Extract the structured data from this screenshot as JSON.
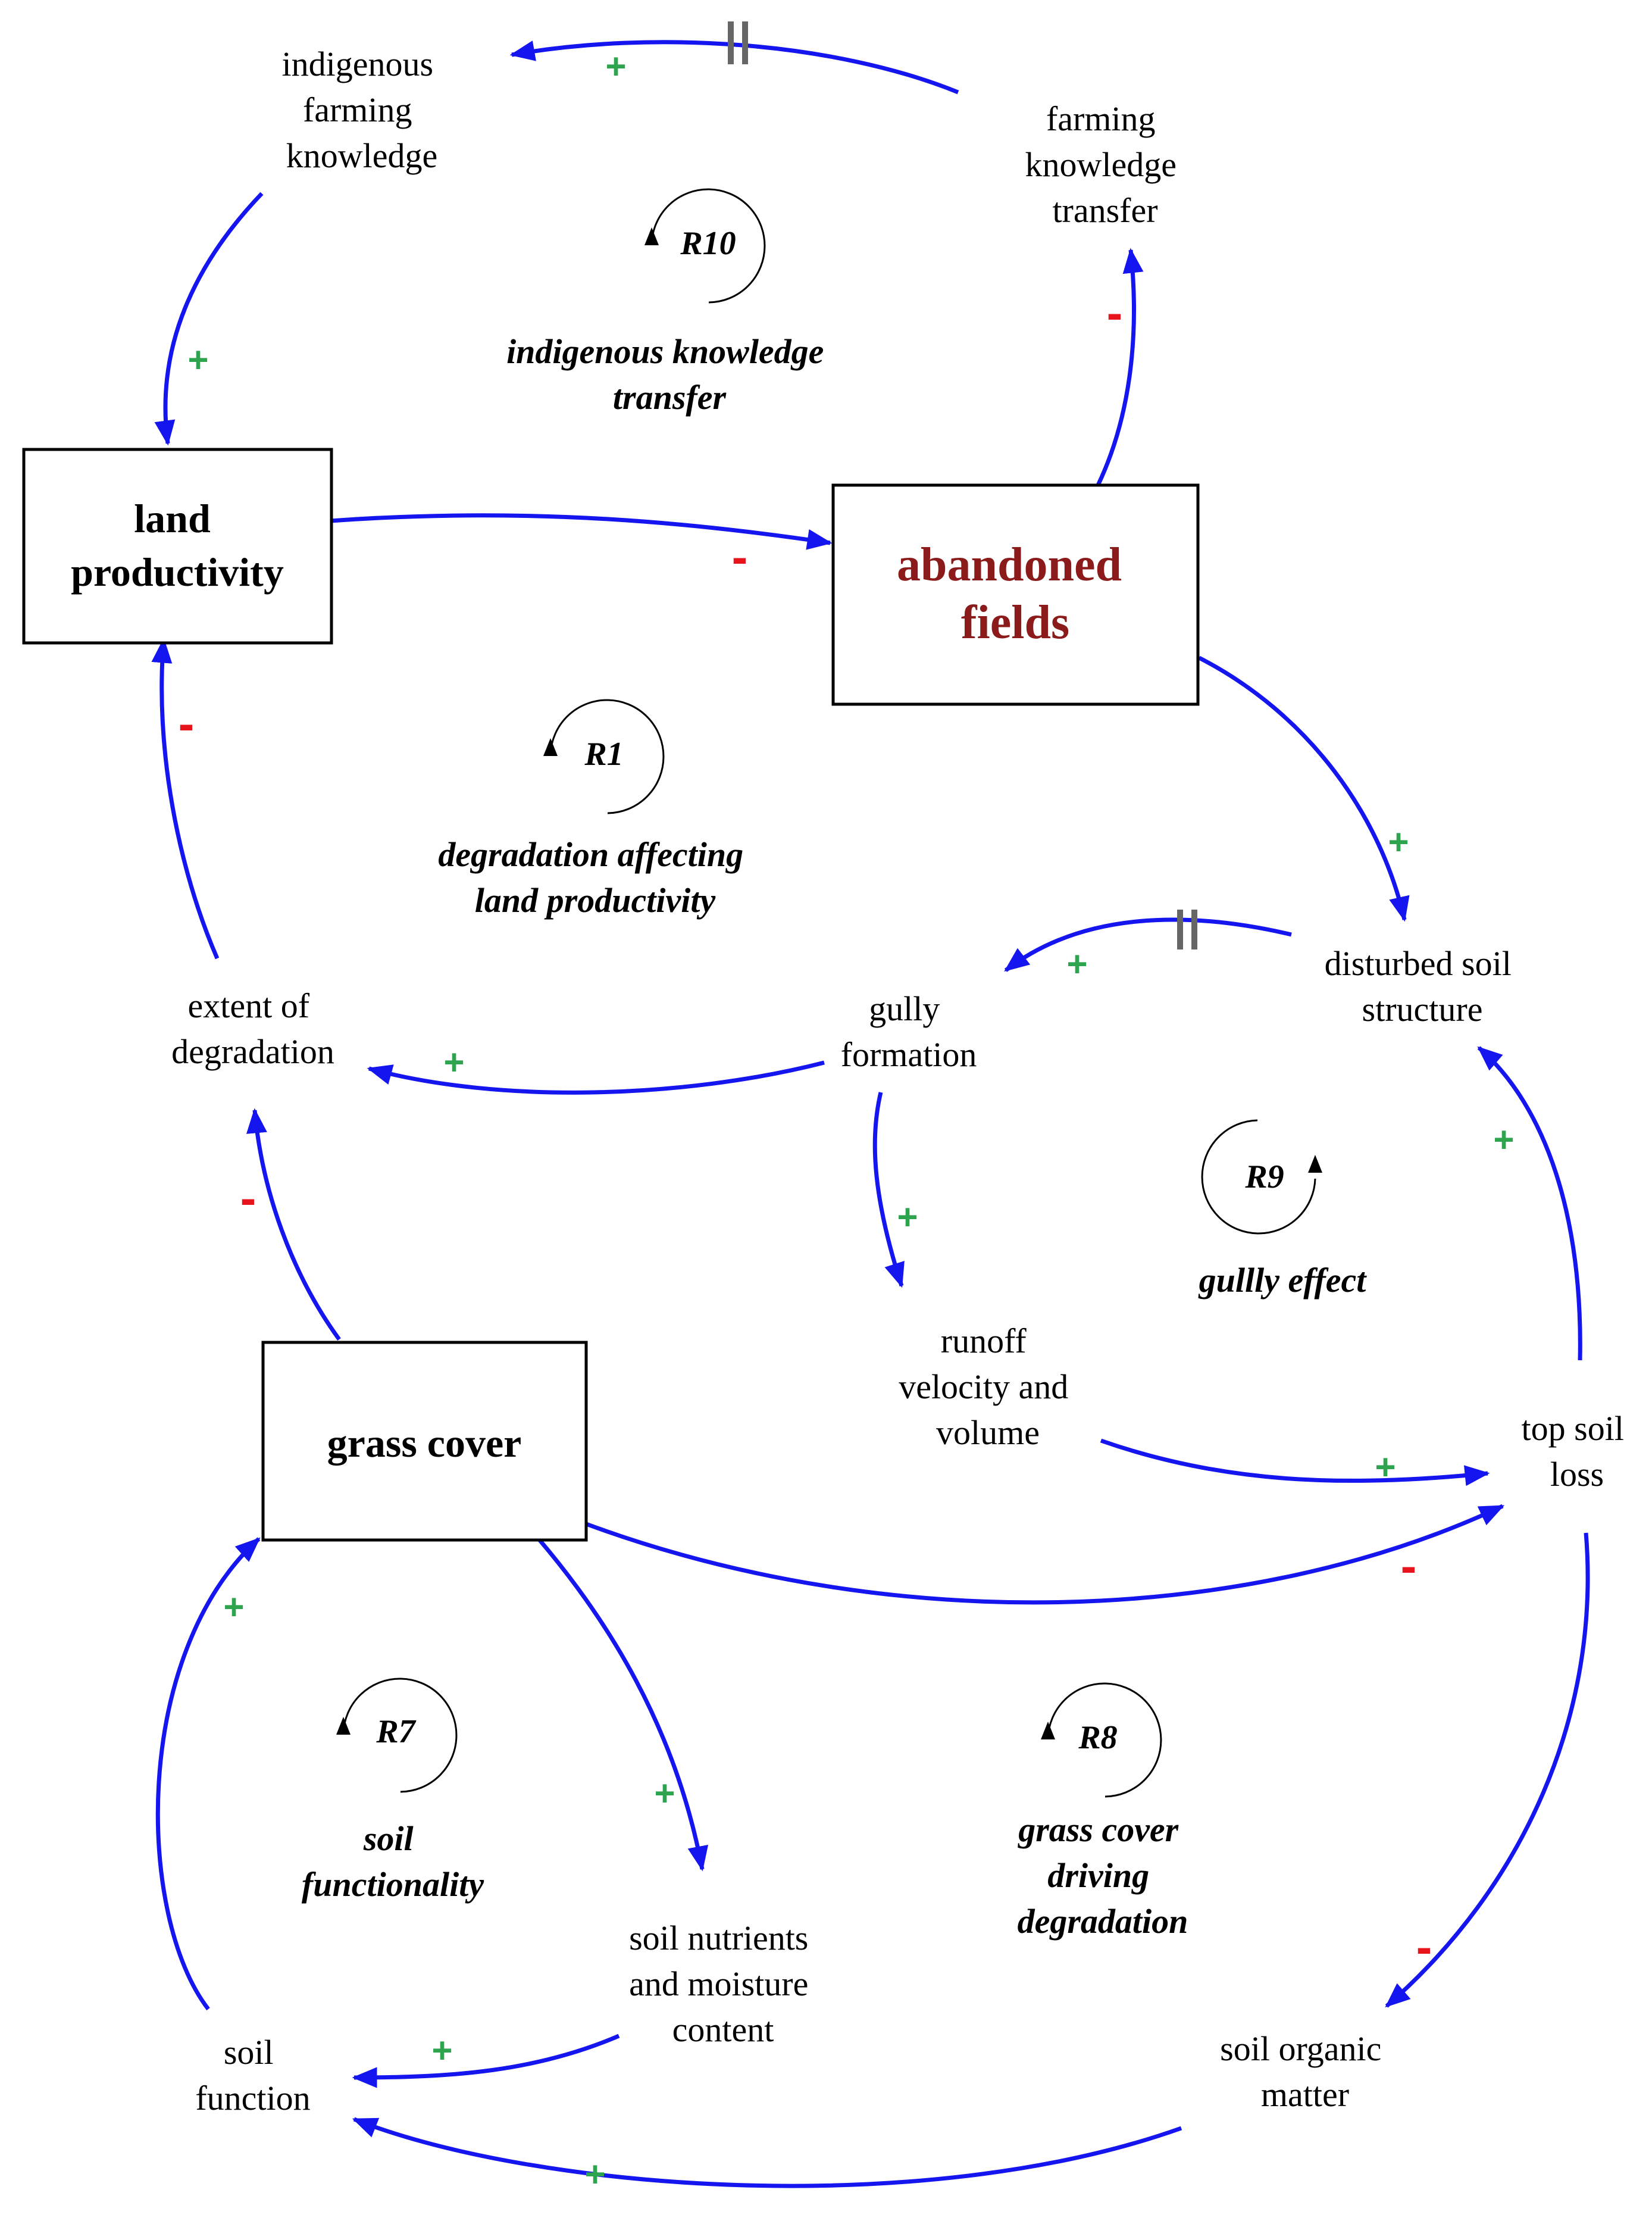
{
  "colors": {
    "link": "#1515f0",
    "positive": "#2ea44f",
    "negative": "#e8141b",
    "abandoned_fields_text": "#8b1a1a",
    "delay_mark": "#666666"
  },
  "stocks": {
    "land_productivity": [
      "land",
      "productivity"
    ],
    "abandoned_fields": [
      "abandoned",
      "fields"
    ],
    "grass_cover": [
      "grass cover"
    ]
  },
  "variables": {
    "indigenous_farming_knowledge": [
      "indigenous",
      "farming",
      "knowledge"
    ],
    "farming_knowledge_transfer": [
      "farming",
      "knowledge",
      "transfer"
    ],
    "extent_of_degradation": [
      "extent of",
      "degradation"
    ],
    "gully_formation": [
      "gully",
      "formation"
    ],
    "disturbed_soil_structure": [
      "disturbed soil",
      "structure"
    ],
    "runoff_velocity_volume": [
      "runoff",
      "velocity and",
      "volume"
    ],
    "top_soil_loss": [
      "top soil",
      "loss"
    ],
    "soil_nutrients_moisture": [
      "soil nutrients",
      "and moisture",
      "content"
    ],
    "soil_function": [
      "soil",
      "function"
    ],
    "soil_organic_matter": [
      "soil organic",
      "matter"
    ]
  },
  "loops": {
    "r10": {
      "id": "R10",
      "label": [
        "indigenous knowledge",
        "transfer"
      ]
    },
    "r1": {
      "id": "R1",
      "label": [
        "degradation affecting",
        "land productivity"
      ]
    },
    "r9": {
      "id": "R9",
      "label": [
        "gullly effect"
      ]
    },
    "r7": {
      "id": "R7",
      "label": [
        "soil",
        "functionality"
      ]
    },
    "r8": {
      "id": "R8",
      "label": [
        "grass cover",
        "driving",
        "degradation"
      ]
    }
  },
  "polarity": {
    "positive": "+",
    "negative": "-"
  },
  "links": [
    {
      "from": "farming knowledge transfer",
      "to": "indigenous farming knowledge",
      "polarity": "+",
      "delay": true
    },
    {
      "from": "indigenous farming knowledge",
      "to": "land productivity",
      "polarity": "+"
    },
    {
      "from": "land productivity",
      "to": "abandoned fields",
      "polarity": "-"
    },
    {
      "from": "abandoned fields",
      "to": "farming knowledge transfer",
      "polarity": "-"
    },
    {
      "from": "abandoned fields",
      "to": "disturbed soil structure",
      "polarity": "+"
    },
    {
      "from": "disturbed soil structure",
      "to": "gully formation",
      "polarity": "+",
      "delay": true
    },
    {
      "from": "gully formation",
      "to": "extent of degradation",
      "polarity": "+"
    },
    {
      "from": "extent of degradation",
      "to": "land productivity",
      "polarity": "-"
    },
    {
      "from": "gully formation",
      "to": "runoff velocity and volume",
      "polarity": "+"
    },
    {
      "from": "runoff velocity and volume",
      "to": "top soil loss",
      "polarity": "+"
    },
    {
      "from": "top soil loss",
      "to": "disturbed soil structure",
      "polarity": "+"
    },
    {
      "from": "grass cover",
      "to": "extent of degradation",
      "polarity": "-"
    },
    {
      "from": "grass cover",
      "to": "top soil loss",
      "polarity": "-"
    },
    {
      "from": "grass cover",
      "to": "soil nutrients and moisture content",
      "polarity": "+"
    },
    {
      "from": "soil nutrients and moisture content",
      "to": "soil function",
      "polarity": "+"
    },
    {
      "from": "soil function",
      "to": "grass cover",
      "polarity": "+"
    },
    {
      "from": "top soil loss",
      "to": "soil organic matter",
      "polarity": "-"
    },
    {
      "from": "soil organic matter",
      "to": "soil function",
      "polarity": "+"
    }
  ]
}
